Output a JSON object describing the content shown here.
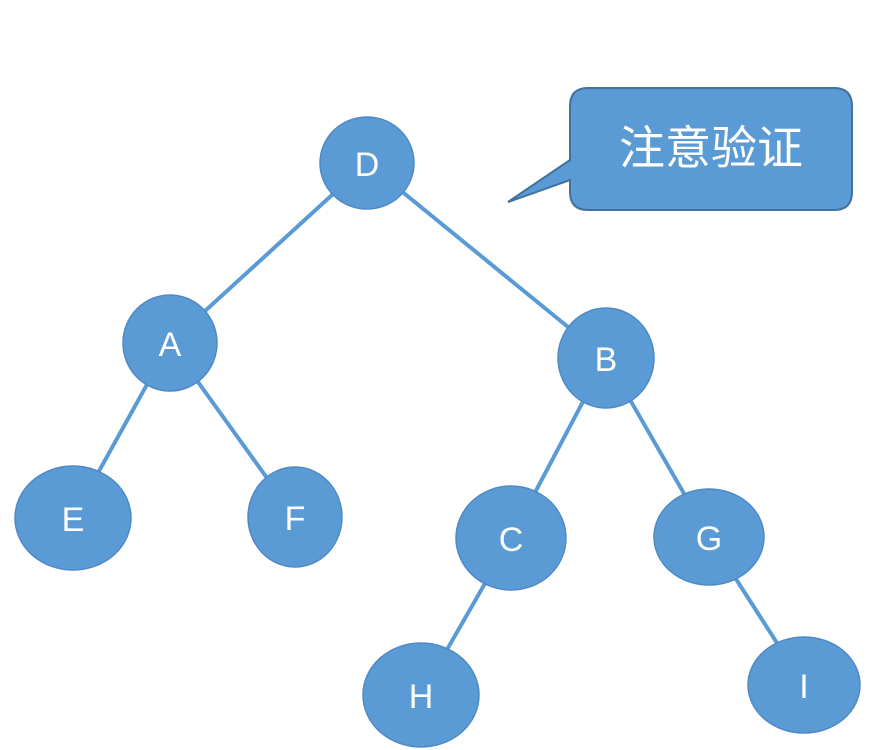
{
  "diagram": {
    "type": "binary-tree",
    "nodes": [
      {
        "id": "D",
        "label": "D"
      },
      {
        "id": "A",
        "label": "A"
      },
      {
        "id": "B",
        "label": "B"
      },
      {
        "id": "E",
        "label": "E"
      },
      {
        "id": "F",
        "label": "F"
      },
      {
        "id": "C",
        "label": "C"
      },
      {
        "id": "G",
        "label": "G"
      },
      {
        "id": "H",
        "label": "H"
      },
      {
        "id": "I",
        "label": "I"
      }
    ],
    "edges": [
      [
        "D",
        "A"
      ],
      [
        "D",
        "B"
      ],
      [
        "A",
        "E"
      ],
      [
        "A",
        "F"
      ],
      [
        "B",
        "C"
      ],
      [
        "B",
        "G"
      ],
      [
        "C",
        "H"
      ],
      [
        "G",
        "I"
      ]
    ],
    "callout": {
      "text": "注意验证"
    },
    "colors": {
      "node_fill": "#5b9bd5",
      "edge": "#5b9bd5",
      "text": "#ffffff"
    }
  }
}
